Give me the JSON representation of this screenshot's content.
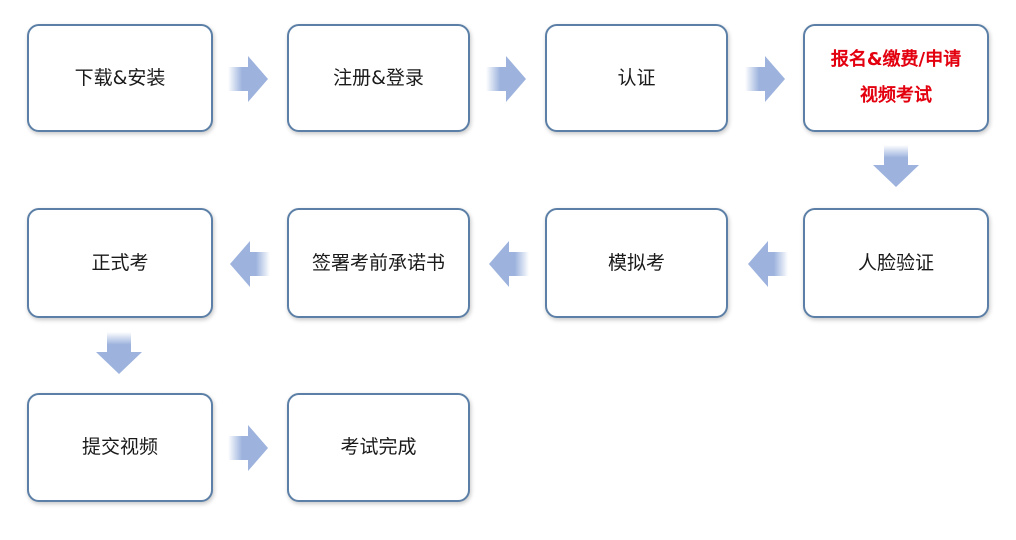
{
  "steps": [
    {
      "id": "download-install",
      "label": "下载&安装"
    },
    {
      "id": "register-login",
      "label": "注册&登录"
    },
    {
      "id": "certify",
      "label": "认证"
    },
    {
      "id": "apply",
      "label": "报名&缴费/申请\n视频考试",
      "highlight": true,
      "color": "#e3000f"
    },
    {
      "id": "face-verify",
      "label": "人脸验证"
    },
    {
      "id": "mock-exam",
      "label": "模拟考"
    },
    {
      "id": "sign-pledge",
      "label": "签署考前承诺书"
    },
    {
      "id": "formal-exam",
      "label": "正式考"
    },
    {
      "id": "submit-video",
      "label": "提交视频"
    },
    {
      "id": "exam-complete",
      "label": "考试完成"
    }
  ],
  "colors": {
    "box_border": "#5b7fa6",
    "arrow": "#9db3dd",
    "highlight_text": "#e3000f"
  }
}
